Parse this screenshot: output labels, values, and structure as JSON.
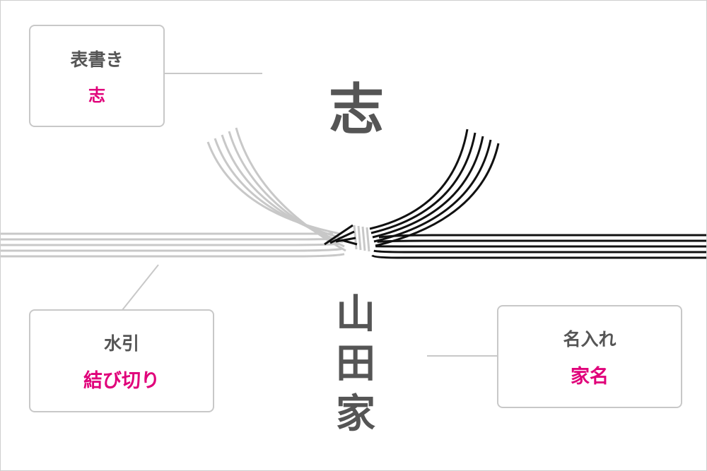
{
  "omote_label": {
    "title": "表書き",
    "value": "志"
  },
  "mizuhiki_label": {
    "title": "水引",
    "value": "結び切り"
  },
  "naire_label": {
    "title": "名入れ",
    "value": "家名"
  },
  "omotegaki_text": "志",
  "name_text": [
    "山",
    "田",
    "家"
  ],
  "colors": {
    "accent": "#e0007a",
    "label_text": "#555555",
    "box_border": "#c8c8c8",
    "mizuhiki_light": "#c8c8c8",
    "mizuhiki_dark": "#111111",
    "main_text": "#555555"
  }
}
